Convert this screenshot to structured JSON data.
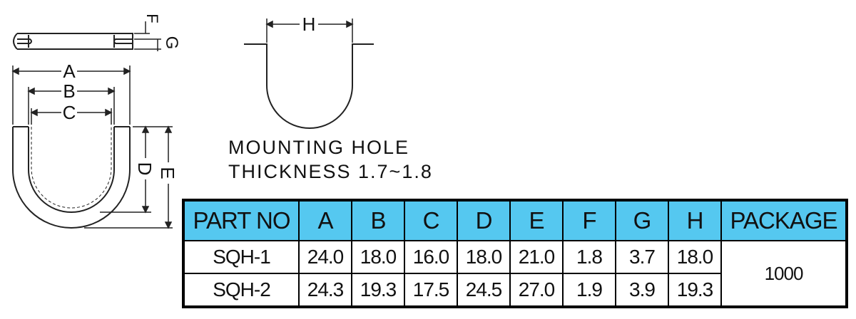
{
  "dimension_labels": {
    "A": "A",
    "B": "B",
    "C": "C",
    "D": "D",
    "E": "E",
    "F": "F",
    "G": "G",
    "H": "H"
  },
  "notes": {
    "mounting_hole": "MOUNTING HOLE",
    "thickness": "THICKNESS 1.7~1.8"
  },
  "table": {
    "headers": [
      "PART NO",
      "A",
      "B",
      "C",
      "D",
      "E",
      "F",
      "G",
      "H",
      "PACKAGE"
    ],
    "rows": [
      {
        "part_no": "SQH-1",
        "values": [
          "24.0",
          "18.0",
          "16.0",
          "18.0",
          "21.0",
          "1.8",
          "3.7",
          "18.0"
        ]
      },
      {
        "part_no": "SQH-2",
        "values": [
          "24.3",
          "19.3",
          "17.5",
          "24.5",
          "27.0",
          "1.9",
          "3.9",
          "19.3"
        ]
      }
    ],
    "package": "1000"
  },
  "colors": {
    "header_bg": "#55c8f0",
    "line": "#222222"
  }
}
